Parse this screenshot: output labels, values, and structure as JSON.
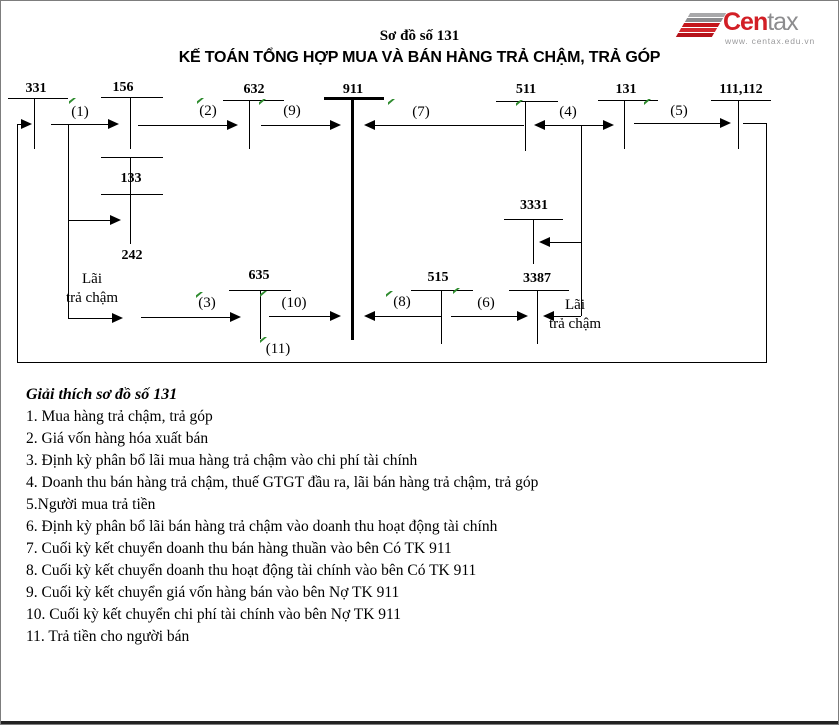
{
  "header": {
    "title1": "Sơ đồ số 131",
    "title2": "KẾ TOÁN TỔNG HỢP MUA VÀ BÁN HÀNG TRẢ CHẬM, TRẢ GÓP"
  },
  "logo": {
    "brand_red": "Cen",
    "brand_gray": "tax",
    "url_text": "www. centax.edu.vn",
    "red": "#d21f26",
    "gray": "#8c8c8e"
  },
  "diagram": {
    "accounts": [
      {
        "id": "331",
        "label": "331"
      },
      {
        "id": "156",
        "label": "156"
      },
      {
        "id": "133",
        "label": "133"
      },
      {
        "id": "242",
        "label": "242"
      },
      {
        "id": "632",
        "label": "632"
      },
      {
        "id": "911",
        "label": "911"
      },
      {
        "id": "511",
        "label": "511"
      },
      {
        "id": "131",
        "label": "131"
      },
      {
        "id": "111112",
        "label": "111,112"
      },
      {
        "id": "3331",
        "label": "3331"
      },
      {
        "id": "635",
        "label": "635"
      },
      {
        "id": "515",
        "label": "515"
      },
      {
        "id": "3387",
        "label": "3387"
      }
    ],
    "flows": [
      {
        "label": "(1)"
      },
      {
        "label": "(2)"
      },
      {
        "label": "(3)"
      },
      {
        "label": "(4)"
      },
      {
        "label": "(5)"
      },
      {
        "label": "(6)"
      },
      {
        "label": "(7)"
      },
      {
        "label": "(8)"
      },
      {
        "label": "(9)"
      },
      {
        "label": "(10)"
      },
      {
        "label": "(11)"
      }
    ],
    "lai_left": {
      "l1": "Lãi",
      "l2": "trả chậm"
    },
    "lai_right": {
      "l1": "Lãi",
      "l2": "trả chậm"
    },
    "colors": {
      "line": "#000000",
      "marker_green": "#2e8b2e"
    }
  },
  "legend": {
    "heading": "Giải thích sơ đồ số 131",
    "items": [
      "1. Mua hàng trả chậm, trả góp",
      "2. Giá vốn hàng hóa xuất bán",
      "3. Định kỳ phân bổ lãi mua hàng trả chậm vào chi phí tài chính",
      "4. Doanh thu bán hàng trả chậm, thuế GTGT đầu ra, lãi bán hàng trả chậm, trả góp",
      "5.Người mua trả tiền",
      "6. Định kỳ phân bổ lãi bán hàng trả chậm vào doanh thu hoạt động tài chính",
      "7. Cuối kỳ kết chuyển doanh thu bán hàng thuần vào bên Có TK 911",
      "8. Cuối kỳ kết chuyển doanh thu hoạt động tài chính vào bên Có TK 911",
      "9. Cuối kỳ kết chuyển giá vốn hàng bán vào bên Nợ TK 911",
      "10. Cuối kỳ kết chuyển chi phí tài chính vào bên Nợ TK 911",
      "11. Trả tiền cho người bán"
    ]
  }
}
